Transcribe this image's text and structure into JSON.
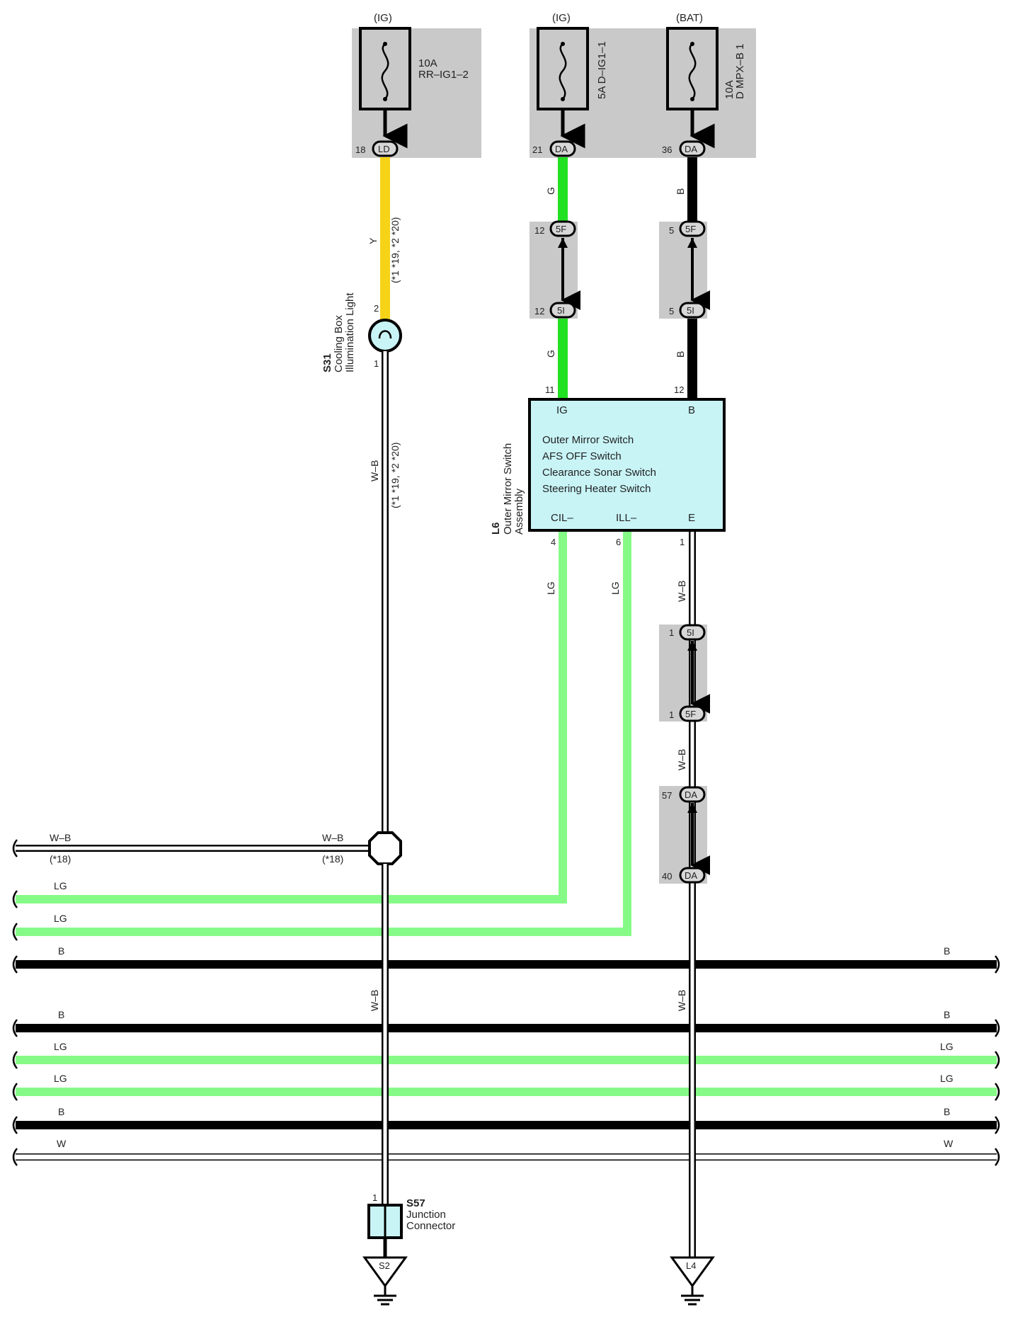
{
  "colors": {
    "yellow": "#f6d317",
    "green": "#22e022",
    "light_green": "#86fa86",
    "black": "#000000",
    "gray_box": "#c9c9c9",
    "component_fill": "#c8f4f6"
  },
  "fuses": {
    "f1": {
      "source": "(IG)",
      "amp": "10A",
      "name": "RR–IG1–2",
      "pin": "18",
      "conn": "LD"
    },
    "f2": {
      "source": "(IG)",
      "label": "5A D–IG1–1",
      "pin": "21",
      "conn": "DA"
    },
    "f3": {
      "source": "(BAT)",
      "amp": "10A",
      "name": "D MPX–B 1",
      "pin": "36",
      "conn": "DA"
    }
  },
  "s31": {
    "code": "S31",
    "name_line1": "Cooling Box",
    "name_line2": "Illumination Light",
    "pin_top": "2",
    "pin_bottom": "1",
    "wire_top": "Y",
    "note_top": "(*1 *19, *2 *20)",
    "wire_bottom": "W–B",
    "note_bottom": "(*1 *19, *2 *20)"
  },
  "ig_path": {
    "wire": "G",
    "c1_pin": "12",
    "c1_conn": "5F",
    "c2_pin": "12",
    "c2_conn": "5I",
    "wire2": "G",
    "pin": "11"
  },
  "b_path": {
    "wire": "B",
    "c1_pin": "5",
    "c1_conn": "5F",
    "c2_pin": "5",
    "c2_conn": "5I",
    "wire2": "B",
    "pin": "12"
  },
  "l6": {
    "code": "L6",
    "name_line1": "Outer Mirror Switch",
    "name_line2": "Assembly",
    "terminal_ig": "IG",
    "terminal_b": "B",
    "functions": [
      "Outer Mirror Switch",
      "AFS OFF Switch",
      "Clearance Sonar Switch",
      "Steering Heater Switch"
    ],
    "terminal_cil": "CIL–",
    "terminal_ill": "ILL–",
    "terminal_e": "E",
    "pin_cil": "4",
    "pin_ill": "6",
    "pin_e": "1",
    "wire_cil": "LG",
    "wire_ill": "LG",
    "wire_e": "W–B"
  },
  "ground_path": {
    "c1_pin": "1",
    "c1_conn": "5I",
    "c2_pin": "1",
    "c2_conn": "5F",
    "wire": "W–B",
    "c3_pin": "57",
    "c3_conn": "DA",
    "c4_pin": "40",
    "c4_conn": "DA",
    "wire_low": "W–B",
    "ground": "L4"
  },
  "junction": {
    "wb_left": "W–B",
    "wb_left_note": "(*18)",
    "wb_right": "W–B",
    "wb_right_note": "(*18)",
    "wire_below": "W–B"
  },
  "bus": {
    "lg1": "LG",
    "lg2": "LG",
    "b1_left": "B",
    "b1_right": "B",
    "b2_left": "B",
    "b2_right": "B",
    "lg3_left": "LG",
    "lg3_right": "LG",
    "lg4_left": "LG",
    "lg4_right": "LG",
    "b3_left": "B",
    "b3_right": "B",
    "w_left": "W",
    "w_right": "W"
  },
  "s57": {
    "code": "S57",
    "name_line1": "Junction",
    "name_line2": "Connector",
    "pin": "1",
    "ground": "S2"
  }
}
